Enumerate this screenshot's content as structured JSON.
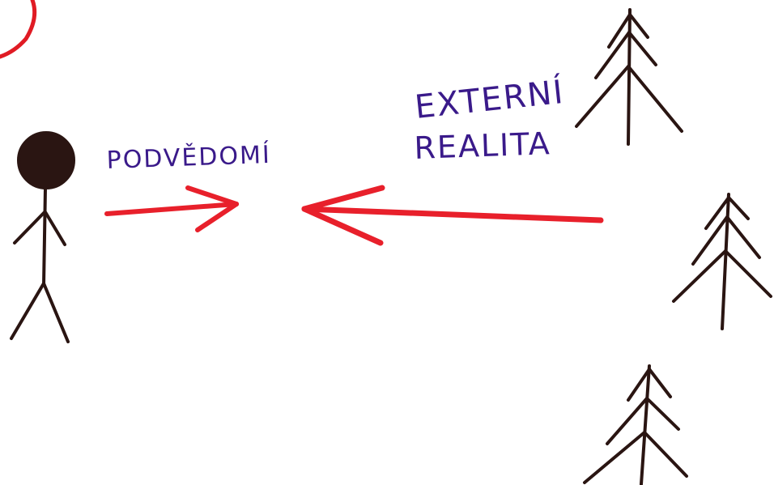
{
  "labels": {
    "subconscious": "PODVĚDOMÍ",
    "external_line1": "EXTERNÍ",
    "external_line2": "REALITA"
  },
  "colors": {
    "paper": "#ffffff",
    "ink_purple": "#3a1a8a",
    "ink_dark": "#2a1512",
    "arrow_red": "#e8202b",
    "circle_red": "#e01b24"
  },
  "icons": {
    "figure": "stick-figure-icon",
    "tree": "pine-tree-icon"
  }
}
